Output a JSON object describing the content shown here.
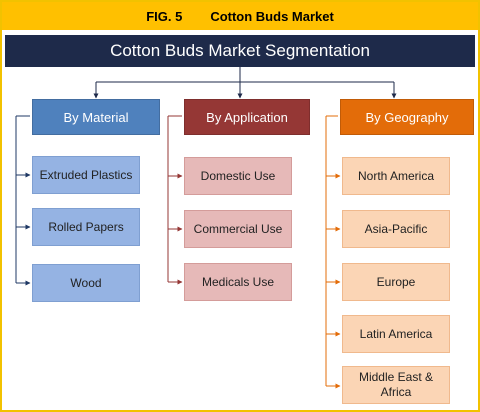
{
  "figure": {
    "label": "FIG. 5",
    "title": "Cotton Buds Market"
  },
  "diagram_title": "Cotton Buds Market Segmentation",
  "categories": [
    {
      "id": "material",
      "label": "By Material",
      "items": [
        "Extruded Plastics",
        "Rolled Papers",
        "Wood"
      ]
    },
    {
      "id": "application",
      "label": "By Application",
      "items": [
        "Domestic Use",
        "Commercial Use",
        "Medicals Use"
      ]
    },
    {
      "id": "geography",
      "label": "By Geography",
      "items": [
        "North America",
        "Asia-Pacific",
        "Europe",
        "Latin America",
        "Middle East & Africa"
      ]
    }
  ],
  "colors": {
    "header_bar": "#ffc000",
    "title_bar": "#1e2a4a",
    "material": "#4f81bd",
    "application": "#953735",
    "geography": "#e36c09"
  }
}
